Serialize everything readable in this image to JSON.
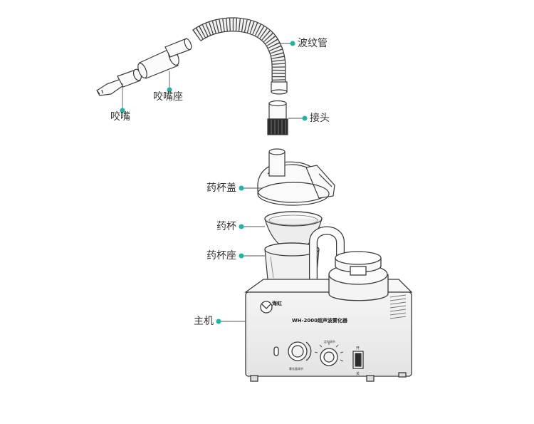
{
  "colors": {
    "accent": "#1db6a4",
    "line": "#555555",
    "outline": "#3a3a3a"
  },
  "labels": {
    "corrugated_tube": "波纹管",
    "connector": "接头",
    "mouthpiece_base": "咬嘴座",
    "mouthpiece": "咬嘴",
    "cup_lid": "药杯盖",
    "cup": "药杯",
    "cup_seat": "药杯座",
    "main_unit": "主机"
  },
  "device": {
    "model": "WH-2000超声波雾化器",
    "brand": "海虹",
    "switch_on": "开",
    "switch_off": "关",
    "knob_left_label": "雾化量调节",
    "knob_right_label": "定时调节"
  }
}
